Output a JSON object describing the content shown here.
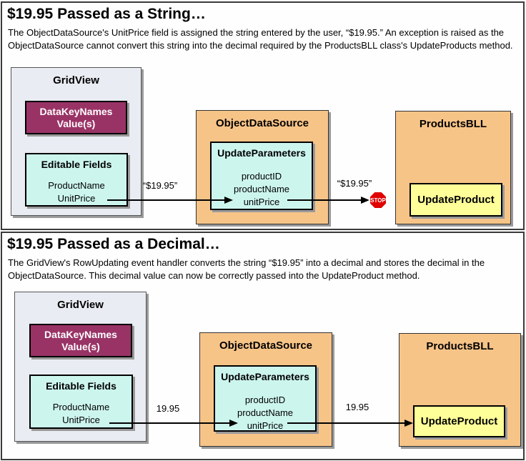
{
  "colors": {
    "gridview_bg": "#e9ecf2",
    "datakeynames_bg": "#993366",
    "cyan_bg": "#ccf5ee",
    "orange_bg": "#f7c488",
    "yellow_bg": "#ffff99",
    "stop_red": "#e00000",
    "shadow": "#9a9a9a"
  },
  "panels": [
    {
      "title": "$19.95 Passed as a String…",
      "description": "The ObjectDataSource's UnitPrice field is assigned the string entered by the user, “$19.95.” An exception is raised as the ObjectDataSource cannot convert this string into the decimal required by the ProductsBLL class's UpdateProducts method.",
      "gridview": {
        "title": "GridView",
        "datakeynames": {
          "line1": "DataKeyNames",
          "line2": "Value(s)"
        },
        "editable_fields": {
          "title": "Editable Fields",
          "fields": [
            "ProductName",
            "UnitPrice"
          ]
        }
      },
      "objectdatasource": {
        "title": "ObjectDataSource",
        "update_parameters": {
          "title": "UpdateParameters",
          "params": [
            "productID",
            "productName",
            "unitPrice"
          ]
        }
      },
      "productsbll": {
        "title": "ProductsBLL",
        "method": "UpdateProduct"
      },
      "arrow1_label": "“$19.95”",
      "arrow2_label": "“$19.95”",
      "stop_label": "STOP"
    },
    {
      "title": "$19.95 Passed as a Decimal…",
      "description": "The GridView's RowUpdating event handler converts the string “$19.95” into a decimal and stores the decimal in the ObjectDataSource. This decimal value can now be correctly passed into the UpdateProduct method.",
      "gridview": {
        "title": "GridView",
        "datakeynames": {
          "line1": "DataKeyNames",
          "line2": "Value(s)"
        },
        "editable_fields": {
          "title": "Editable Fields",
          "fields": [
            "ProductName",
            "UnitPrice"
          ]
        }
      },
      "objectdatasource": {
        "title": "ObjectDataSource",
        "update_parameters": {
          "title": "UpdateParameters",
          "params": [
            "productID",
            "productName",
            "unitPrice"
          ]
        }
      },
      "productsbll": {
        "title": "ProductsBLL",
        "method": "UpdateProduct"
      },
      "arrow1_label": "19.95",
      "arrow2_label": "19.95"
    }
  ]
}
